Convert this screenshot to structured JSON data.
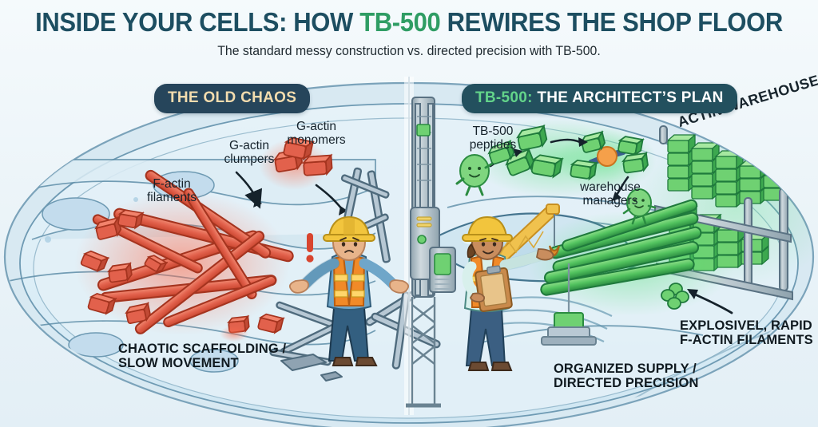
{
  "header": {
    "title_pre": "INSIDE YOUR CELLS: HOW ",
    "title_accent": "TB-500",
    "title_post": " REWIRES THE SHOP FLOOR",
    "subtitle": "The standard messy construction vs. directed precision with TB-500."
  },
  "panels": {
    "left_badge": "THE OLD CHAOS",
    "right_badge_accent": "TB-500:",
    "right_badge_rest": " THE ARCHITECT’S PLAN"
  },
  "labels": {
    "g_actin_monomers": "G-actin\nmonomers",
    "g_actin_clumpers": "G-actin\nclumpers",
    "f_actin_filaments": "F-actin\nfilaments",
    "chaotic_scaffolding": "CHAOTIC SCAFFOLDING /\nSLOW MOVEMENT",
    "tb500_peptides": "TB-500\npeptides",
    "warehouse_managers": "warehouse\nmanagers",
    "actin_warehouse": "ACTIN WAREHOUSE",
    "organized_supply": "ORGANIZED SUPPLY /\nDIRECTED PRECISION",
    "explosive_filaments": "EXPLOSIVEL, RAPID\nF-ACTIN FILAMENTS"
  },
  "colors": {
    "title_ink": "#1d4e61",
    "title_accent_green": "#2f9d64",
    "badge_left_bg": "#26455b",
    "badge_left_text": "#f3dcae",
    "badge_right_bg": "#23505e",
    "badge_right_accent": "#63d48a",
    "chaos_red": "#e2614c",
    "chaos_red_dark": "#b8402f",
    "order_green": "#4fbf63",
    "order_green_dark": "#1f7a3c",
    "cell_fill": "#cfe4f0",
    "cell_stroke": "#4d7e96",
    "background": "#eef5f9",
    "hardhat_yellow": "#f2c53d",
    "vest_orange": "#f18a28",
    "denim_blue": "#3d6e92",
    "machine_gray": "#a9b7c0"
  },
  "scene": {
    "left_side": {
      "worker": "confused-worker-shrugging",
      "alert_mark": "!",
      "filaments": "tangled chaotic red F-actin filaments",
      "monomers": "scattered red G-actin monomer blocks",
      "scaffolding": "collapsed gray scaffolding poles"
    },
    "right_side": {
      "worker": "organized-worker-with-clipboard",
      "crane": "yellow construction crane",
      "peptides": "green TB-500 peptide blocks",
      "managers": "orange thymosin complex with green blocks",
      "warehouse": "green stacked actin block shelving",
      "filaments": "aligned green F-actin bundle"
    },
    "center": {
      "divider": "vertical machine tower with green display panel"
    }
  }
}
